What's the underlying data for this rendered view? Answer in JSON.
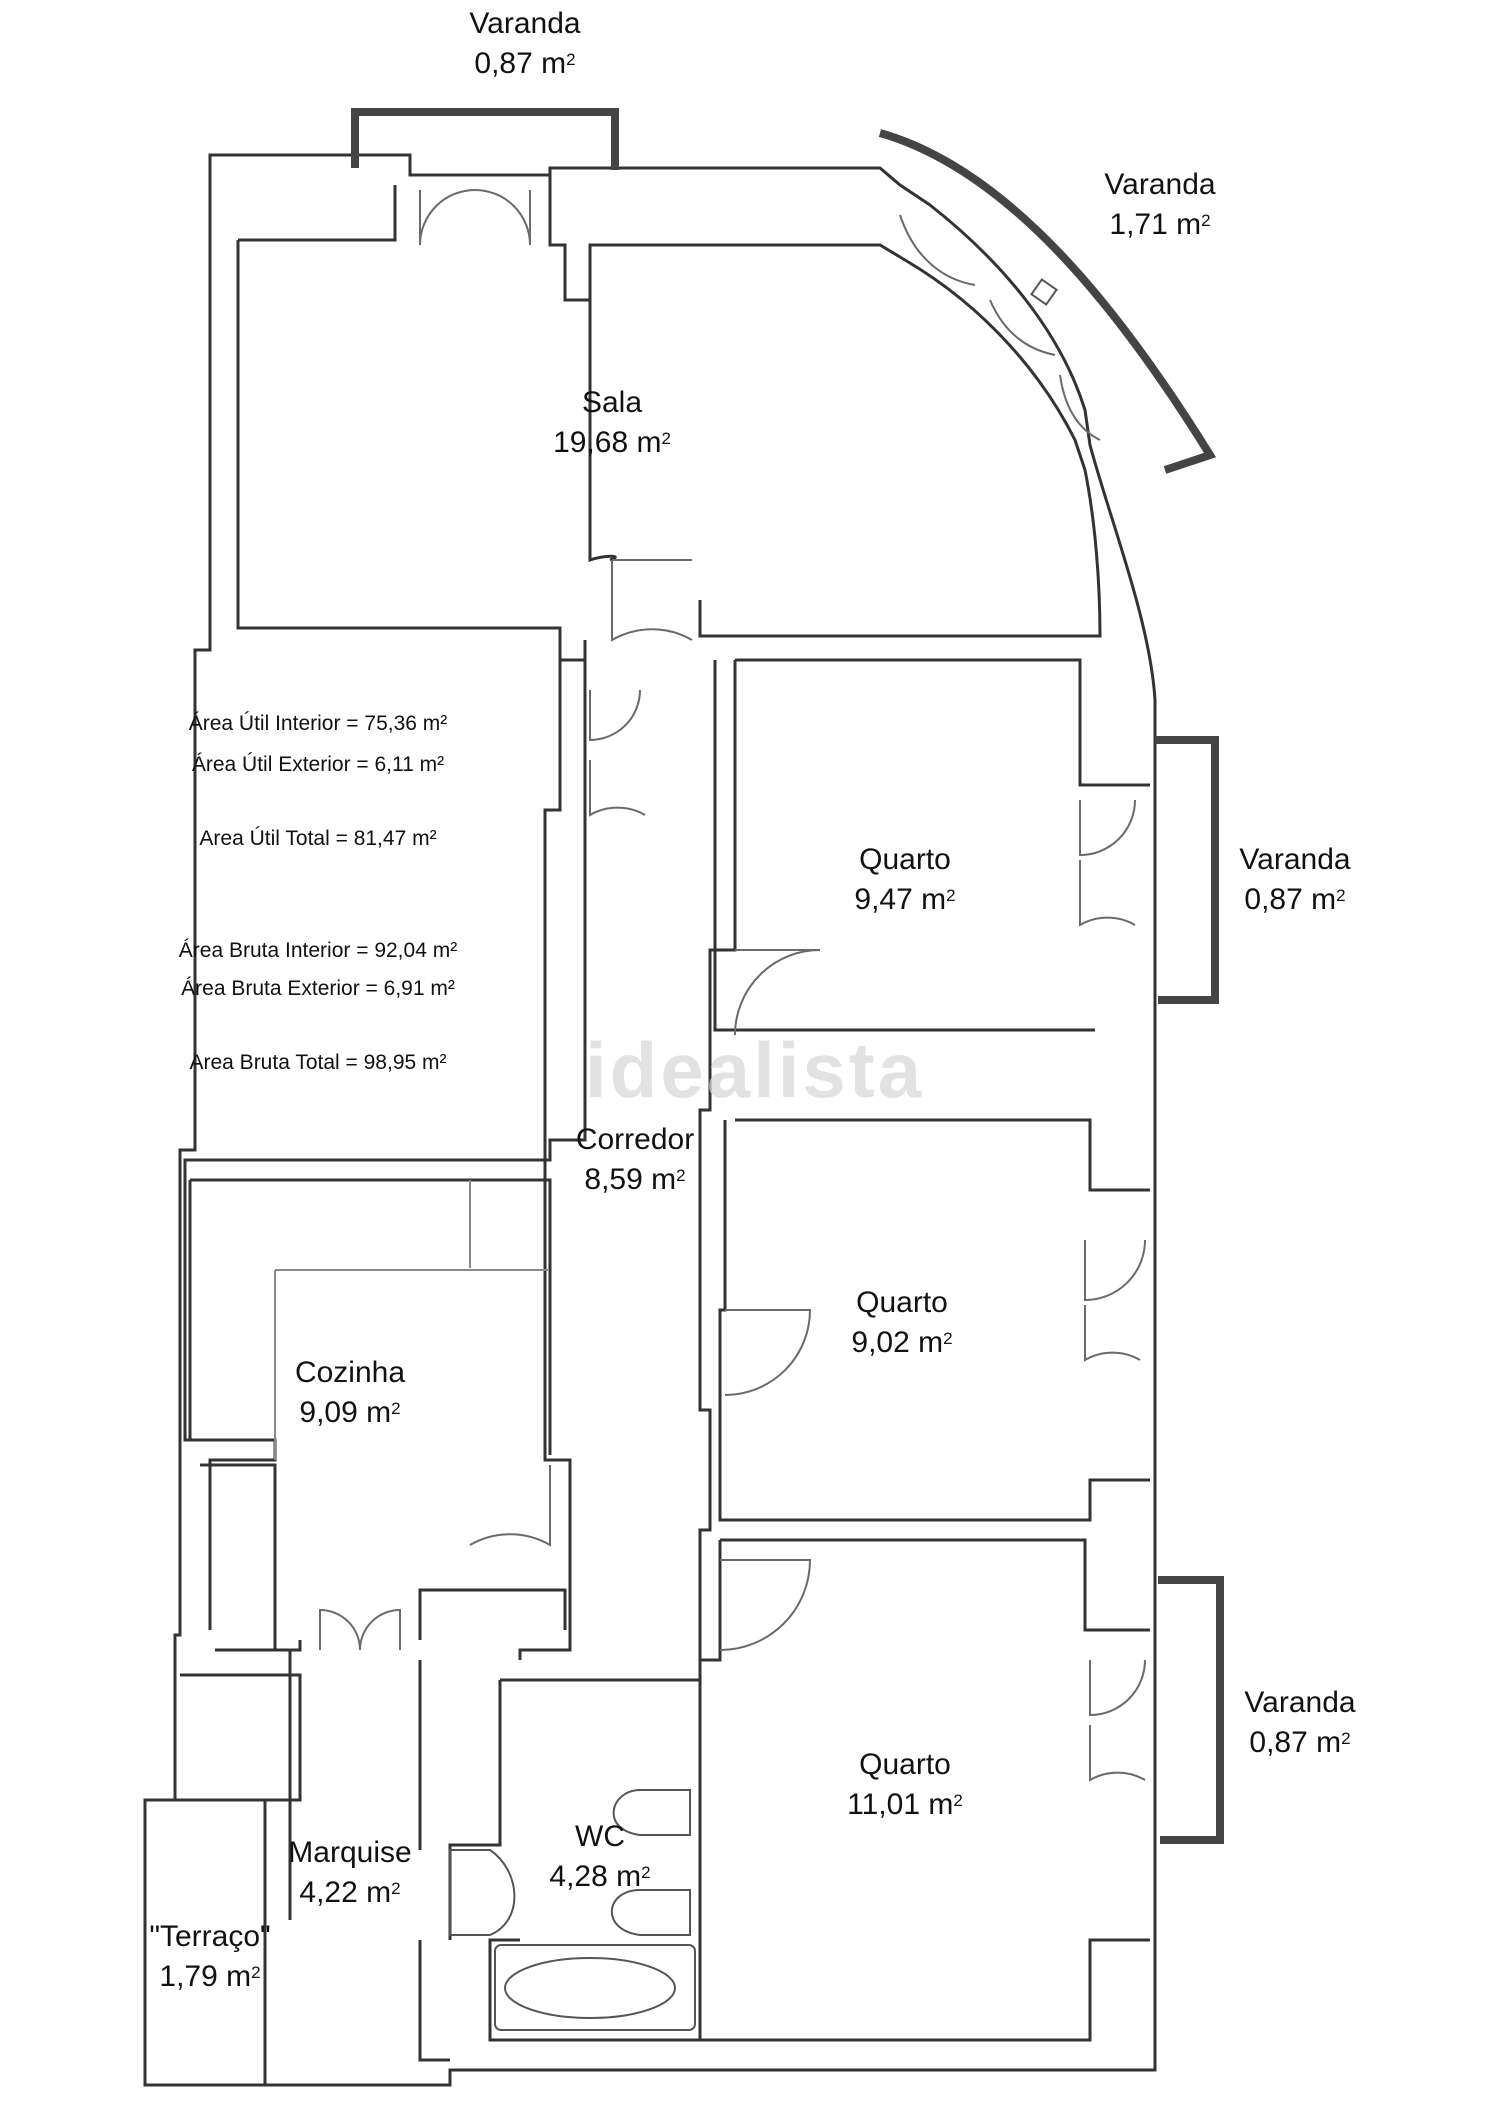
{
  "rooms": [
    {
      "id": "sala",
      "name": "Sala",
      "area": "19,68 m",
      "unit_sup": "2"
    },
    {
      "id": "quarto-1",
      "name": "Quarto",
      "area": "9,47 m",
      "unit_sup": "2"
    },
    {
      "id": "quarto-2",
      "name": "Quarto",
      "area": "9,02 m",
      "unit_sup": "2"
    },
    {
      "id": "quarto-3",
      "name": "Quarto",
      "area": "11,01 m",
      "unit_sup": "2"
    },
    {
      "id": "corredor",
      "name": "Corredor",
      "area": "8,59 m",
      "unit_sup": "2"
    },
    {
      "id": "cozinha",
      "name": "Cozinha",
      "area": "9,09 m",
      "unit_sup": "2"
    },
    {
      "id": "marquise",
      "name": "Marquise",
      "area": "4,22 m",
      "unit_sup": "2"
    },
    {
      "id": "wc",
      "name": "WC",
      "area": "4,28 m",
      "unit_sup": "2"
    },
    {
      "id": "terraco",
      "name": "\"Terraço\"",
      "area": "1,79 m",
      "unit_sup": "2"
    },
    {
      "id": "varanda-top",
      "name": "Varanda",
      "area": "0,87 m",
      "unit_sup": "2"
    },
    {
      "id": "varanda-curved",
      "name": "Varanda",
      "area": "1,71 m",
      "unit_sup": "2"
    },
    {
      "id": "varanda-right-1",
      "name": "Varanda",
      "area": "0,87 m",
      "unit_sup": "2"
    },
    {
      "id": "varanda-right-2",
      "name": "Varanda",
      "area": "0,87 m",
      "unit_sup": "2"
    }
  ],
  "areas": {
    "util_interior": "Área Útil Interior = 75,36 m²",
    "util_exterior": "Área Útil Exterior = 6,11 m²",
    "util_total": "Area Útil Total = 81,47 m²",
    "bruta_interior": "Área Bruta Interior = 92,04 m²",
    "bruta_exterior": "Área Bruta Exterior = 6,91 m²",
    "bruta_total": "Area Bruta Total = 98,95 m²"
  },
  "watermark": "idealista"
}
